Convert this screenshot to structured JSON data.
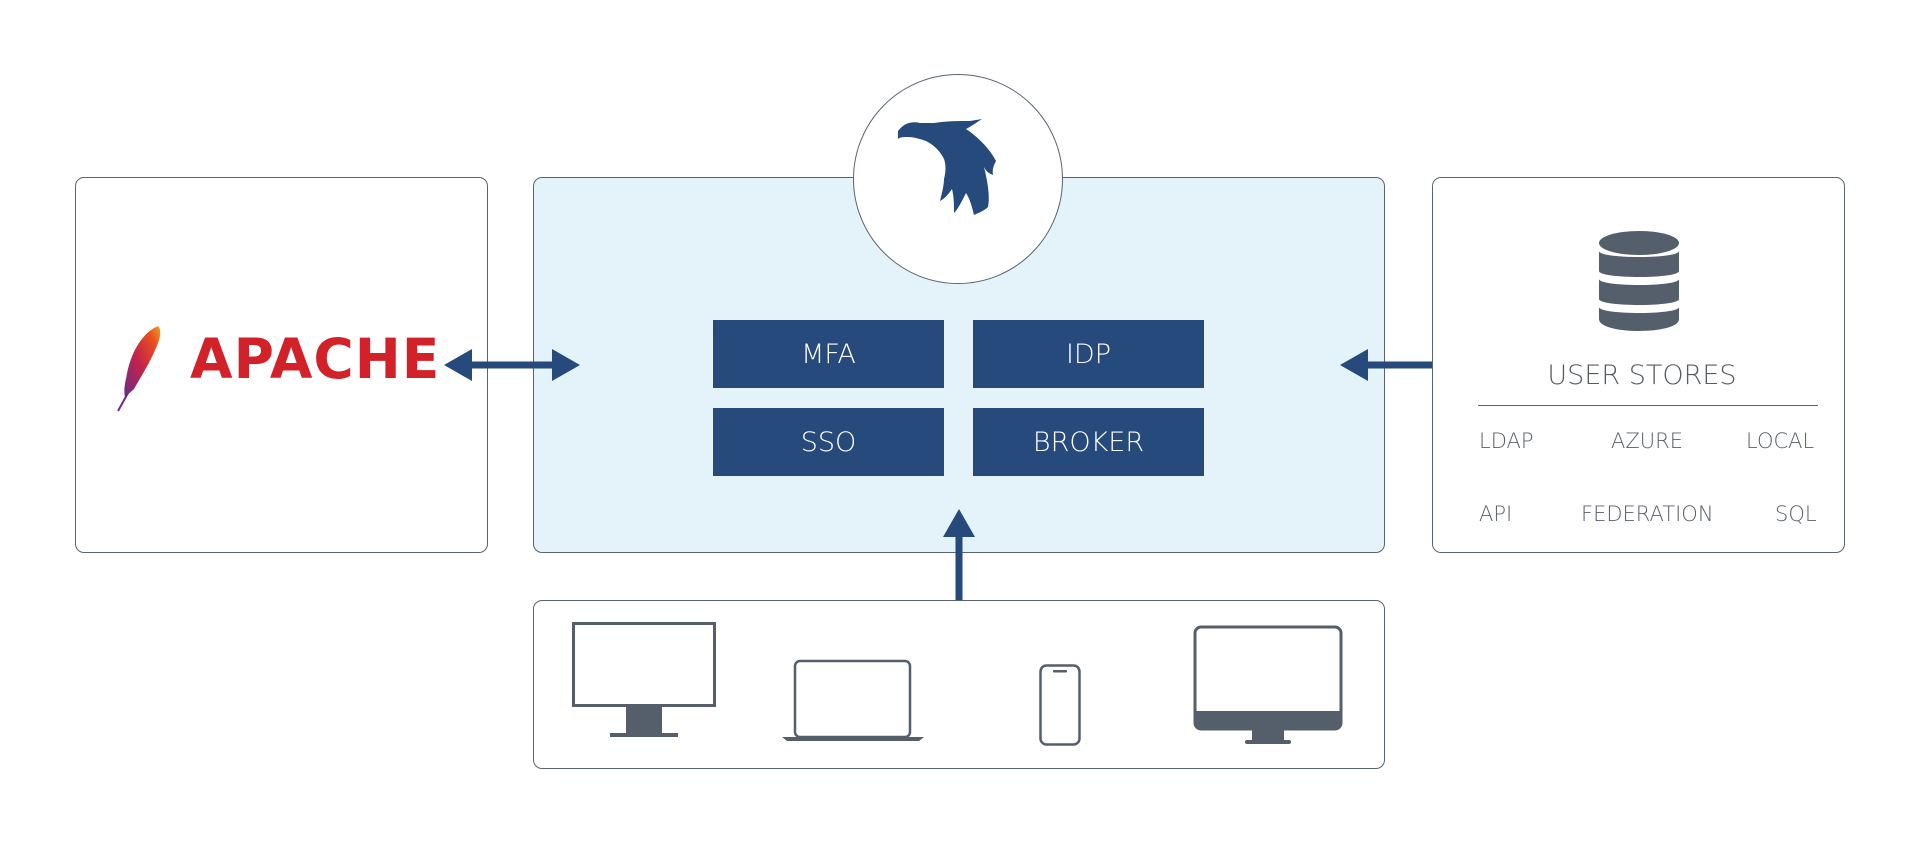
{
  "apache": {
    "label": "APACHE",
    "logo_icon": "apache-feather-icon",
    "brand_color": "#d22128"
  },
  "center": {
    "logo_icon": "bird-logo-icon",
    "services": [
      {
        "label": "MFA"
      },
      {
        "label": "IDP"
      },
      {
        "label": "SSO"
      },
      {
        "label": "BROKER"
      }
    ],
    "service_color": "#254a7b",
    "background_color": "#e4f3fa"
  },
  "user_stores": {
    "icon": "database-icon",
    "title": "USER STORES",
    "items": [
      "LDAP",
      "AZURE",
      "LOCAL",
      "API",
      "FEDERATION",
      "SQL"
    ]
  },
  "devices": {
    "icons": [
      "desktop-monitor-icon",
      "laptop-icon",
      "smartphone-icon",
      "imac-icon"
    ]
  },
  "colors": {
    "arrow": "#254a7b",
    "device": "#555f6b",
    "border": "#5a6470"
  }
}
